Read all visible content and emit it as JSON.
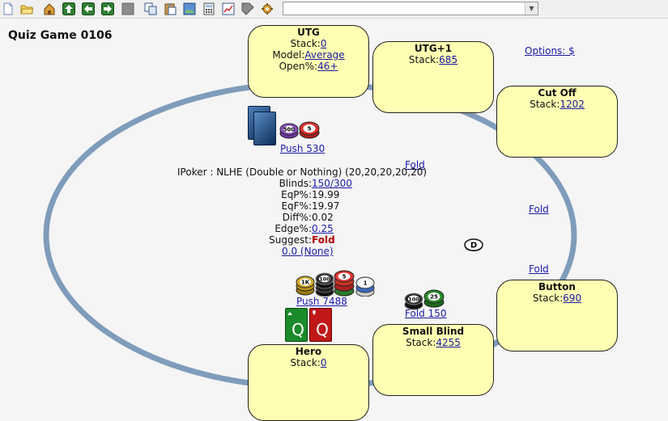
{
  "title": "Quiz Game 0106",
  "toolbar": {
    "icons": [
      "new-icon",
      "open-icon",
      "home-icon",
      "up-icon",
      "back-icon",
      "forward-icon",
      "stop-icon",
      "copy-icon",
      "paste-icon",
      "image-icon",
      "calculator-icon",
      "chart-icon",
      "tag-icon",
      "settings-icon"
    ],
    "combo_value": ""
  },
  "options_link": "Options: $",
  "seats": {
    "utg": {
      "name": "UTG",
      "stack_label": "Stack:",
      "stack": "0",
      "model_label": "Model:",
      "model": "Average",
      "open_label": "Open%:",
      "open": "46+"
    },
    "utg1": {
      "name": "UTG+1",
      "stack_label": "Stack:",
      "stack": "685"
    },
    "cutoff": {
      "name": "Cut Off",
      "stack_label": "Stack:",
      "stack": "1202"
    },
    "button": {
      "name": "Button",
      "stack_label": "Stack:",
      "stack": "690"
    },
    "small_blind": {
      "name": "Small Blind",
      "stack_label": "Stack:",
      "stack": "4255"
    },
    "hero": {
      "name": "Hero",
      "stack_label": "Stack:",
      "stack": "0"
    }
  },
  "actions": {
    "utg": "Push 530",
    "utg1": "Fold",
    "cutoff": "Fold",
    "button": "Fold",
    "small_blind": "Fold 150",
    "hero": "Push 7488"
  },
  "chips": {
    "utg": [
      "500",
      "5"
    ],
    "hero": [
      "1K",
      "100",
      "5",
      "1"
    ],
    "small_blind": [
      "100",
      "25"
    ]
  },
  "hero_cards": [
    "Q",
    "Q"
  ],
  "dealer_button": "D",
  "info": {
    "game": "IPoker : NLHE (Double or Nothing) (20,20,20,20,20)",
    "blinds_label": "Blinds:",
    "blinds": "150/300",
    "eqp_label": "EqP%:",
    "eqp": "19.99",
    "eqf_label": "EqF%:",
    "eqf": "19.97",
    "diff_label": "Diff%:",
    "diff": "0.02",
    "edge_label": "Edge%:",
    "edge": "0.25",
    "suggest_label": "Suggest:",
    "suggest": "Fold",
    "none_link": "0.0 (None)"
  },
  "colors": {
    "seat_fill": "#ffffb3",
    "table_rail": "#7f9cba",
    "link": "#1a1aa6",
    "suggest": "#b00000"
  }
}
